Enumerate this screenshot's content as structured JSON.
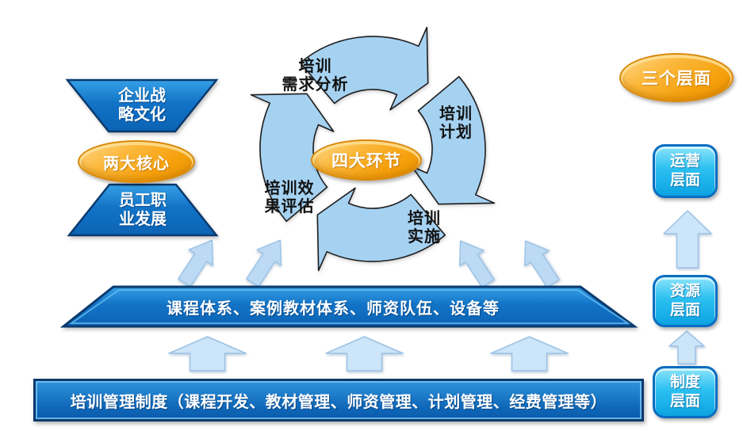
{
  "core": {
    "badge": "两大核心",
    "top": {
      "lines": [
        "企业战",
        "略文化"
      ]
    },
    "bottom": {
      "lines": [
        "员工职",
        "业发展"
      ]
    }
  },
  "cycle": {
    "badge": "四大环节",
    "steps": [
      {
        "name": "training-needs-analysis",
        "lines": [
          "培训",
          "需求分析"
        ]
      },
      {
        "name": "training-plan",
        "lines": [
          "培训",
          "计划"
        ]
      },
      {
        "name": "training-implementation",
        "lines": [
          "培训",
          "实施"
        ]
      },
      {
        "name": "training-evaluation",
        "lines": [
          "培训效",
          "果评估"
        ]
      }
    ]
  },
  "levels": {
    "badge": "三个层面",
    "items": [
      {
        "name": "operation-level",
        "lines": [
          "运营",
          "层面"
        ]
      },
      {
        "name": "resource-level",
        "lines": [
          "资源",
          "层面"
        ]
      },
      {
        "name": "system-level",
        "lines": [
          "制度",
          "层面"
        ]
      }
    ]
  },
  "bars": {
    "resources": "课程体系、案例教材体系、师资队伍、设备等",
    "system": "培训管理制度（课程开发、教材管理、师资管理、计划管理、经费管理等）"
  },
  "colors": {
    "ring_fill": "#A6D2F2",
    "ring_stroke": "#1E1E1E",
    "bar_blue_top": "#35A0E6",
    "bar_blue_bottom": "#0C63B4",
    "bar_border": "#0A3A6E",
    "box_cyan": "#1FBCF0",
    "badge_orange": "#F5A00C",
    "arrow_light": "#CDE5F8",
    "arrow_slant": "#BCDAF4",
    "arrow_stroke": "#9CC2E6"
  }
}
